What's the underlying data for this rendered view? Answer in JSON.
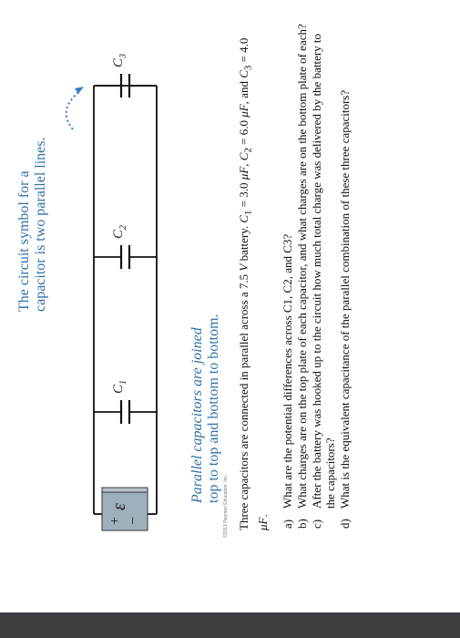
{
  "figure": {
    "callout_top_line1": "The circuit symbol for a",
    "callout_top_line2": "capacitor is two parallel lines.",
    "callout_bottom_line1": "Parallel capacitors are joined",
    "callout_bottom_line2": "top to top and bottom to bottom.",
    "capacitor_labels": [
      "C",
      "C",
      "C"
    ],
    "capacitor_subscripts": [
      "1",
      "2",
      "3"
    ],
    "battery_plus": "+",
    "battery_minus": "−",
    "battery_emf": "ε",
    "credit": "©2013 Pearson Education, Inc.",
    "colors": {
      "callout": "#2f6fa8",
      "wire": "#111111",
      "battery_fill": "#9fb0bd"
    }
  },
  "problem": {
    "intro_part1": "Three capacitors are connected in parallel across a 7.5 ",
    "intro_v": "V",
    "intro_part2": " battery.  ",
    "c1_sym": "C",
    "c1_sub": "1",
    "c1_val": " = 3.0 ",
    "c1_unit": "μF",
    "c1_sep": ", ",
    "c2_sym": "C",
    "c2_sub": "2",
    "c2_val": " = 6.0 ",
    "c2_unit": "μF",
    "c2_sep": ", and ",
    "c3_sym": "C",
    "c3_sub": "3",
    "c3_val": " = 4.0 ",
    "c3_unit": "μF",
    "c3_end": ".",
    "questions": [
      {
        "label": "a)",
        "text": "What are the potential differences across C1, C2, and C3?"
      },
      {
        "label": "b)",
        "text": "What charges are on the top plate of each capacitor, and what charges are on the bottom plate of each?"
      },
      {
        "label": "c)",
        "text": "After the battery was hooked up to the circuit how much total charge was delivered by the battery to the capacitors?"
      },
      {
        "label": "d)",
        "text": "What is the equivalent capacitance of the parallel combination of these three capacitors?"
      }
    ]
  }
}
